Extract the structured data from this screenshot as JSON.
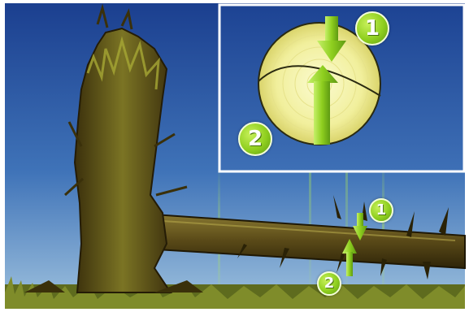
{
  "labels": {
    "inset_force_top": "1",
    "inset_force_bottom": "2",
    "log_force_top": "1",
    "log_force_bottom": "2"
  },
  "colors": {
    "sky_top": "#1b3f8f",
    "sky_bottom": "#8fb6d9",
    "wood_light": "#f2f0a0",
    "arrow_green": "#8fcf1f",
    "bark_dark": "#4a3a12",
    "moss": "#7a8a20"
  }
}
